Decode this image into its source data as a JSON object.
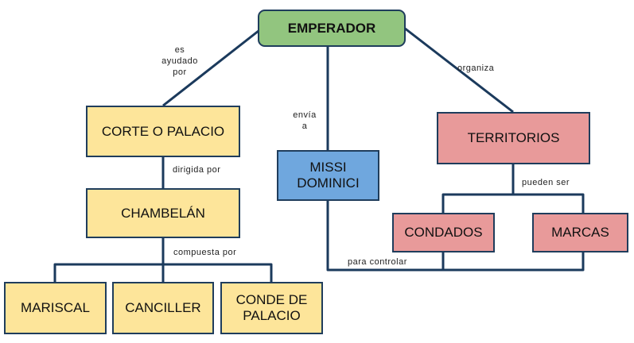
{
  "colors": {
    "line": "#1b3a5c",
    "root": "#92c57f",
    "yellow": "#fde59a",
    "red": "#e89a9a",
    "blue": "#6fa7de"
  },
  "nodes": {
    "emperador": "EMPERADOR",
    "corte": "CORTE O PALACIO",
    "chambelan": "CHAMBELÁN",
    "mariscal": "MARISCAL",
    "canciller": "CANCILLER",
    "conde_de_palacio": "CONDE DE PALACIO",
    "missi_dominici": "MISSI DOMINICI",
    "territorios": "TERRITORIOS",
    "condados": "CONDADOS",
    "marcas": "MARCAS"
  },
  "links": {
    "es_ayudado_por": [
      "es",
      "ayudado",
      "por"
    ],
    "envia_a": [
      "envía",
      "a"
    ],
    "organiza": "organiza",
    "dirigida_por": "dirigida por",
    "compuesta_por": "compuesta por",
    "pueden_ser": "pueden ser",
    "para_controlar": "para controlar"
  }
}
